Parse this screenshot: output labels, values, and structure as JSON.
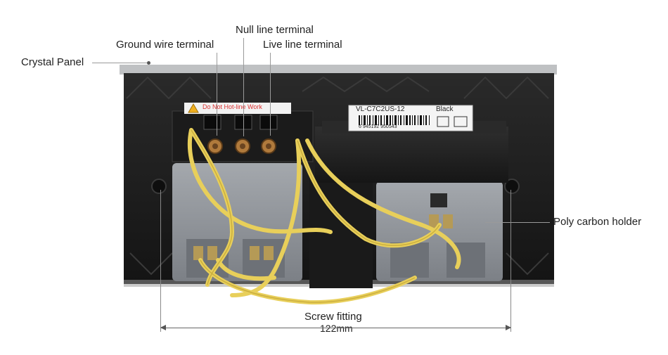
{
  "annotations": {
    "crystal_panel": "Crystal Panel",
    "ground_wire_terminal": "Ground wire terminal",
    "null_line_terminal": "Null line terminal",
    "live_line_terminal": "Live line terminal",
    "poly_carbon_holder": "Poly carbon holder",
    "screw_fitting": "Screw fitting",
    "dimension": "122mm"
  },
  "product": {
    "warning_sticker": "Do Not Hot-line Work",
    "model_label": "VL-C7C2US-12",
    "color_label": "Black",
    "barcode_number": "6 945192 950543"
  },
  "colors": {
    "plate_black": "#1c1c1c",
    "socket_gray": "#8e9297",
    "wire_yellow": "#e8cf5a",
    "terminal_brass": "#b07a3c"
  }
}
